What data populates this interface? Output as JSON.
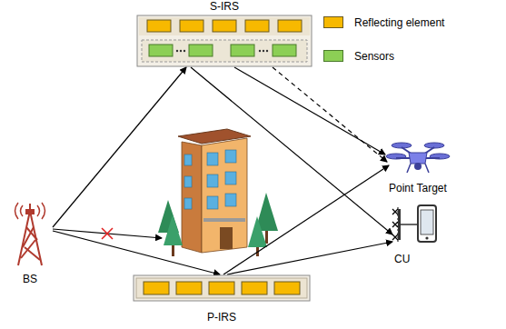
{
  "diagram": {
    "nodes": [
      {
        "text": [
          "S-IRS"
        ]
      },
      {
        "text": [
          "BS"
        ]
      },
      {
        "text": [
          "Point Target"
        ]
      },
      {
        "text": [
          "CU"
        ]
      },
      {
        "text": [
          "P-IRS"
        ]
      }
    ],
    "edges": [
      {
        "from": 1,
        "to": 0,
        "arrow": "to"
      },
      {
        "from": 1,
        "to": 4,
        "arrow": "to"
      },
      {
        "from": 0,
        "to": 2,
        "arrow": "to"
      },
      {
        "from": 0,
        "to": 2,
        "arrow": "to"
      },
      {
        "from": 0,
        "to": 3,
        "arrow": "to"
      },
      {
        "from": 4,
        "to": 2,
        "arrow": "to"
      },
      {
        "from": 4,
        "to": 3,
        "arrow": "to"
      }
    ],
    "legend": [
      {
        "text": "Reflecting element",
        "color": "#f7b900"
      },
      {
        "text": "Sensors",
        "color": "#8ccf55"
      }
    ]
  }
}
